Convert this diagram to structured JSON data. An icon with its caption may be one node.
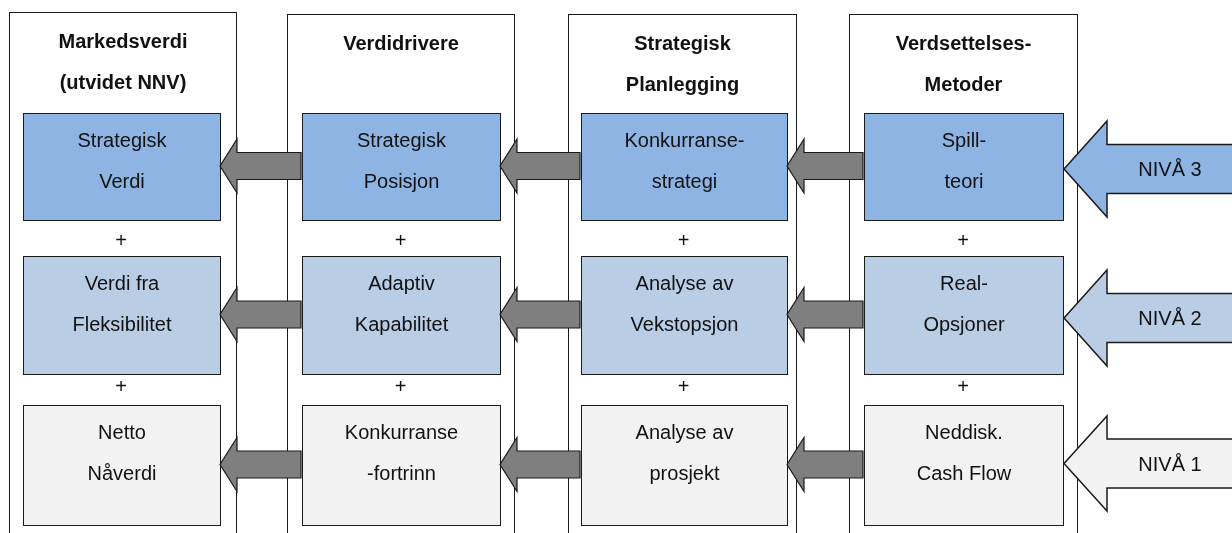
{
  "diagram": {
    "nodes": [
      {
        "text": [
          "Markedsverdi (utvidet NNV)"
        ]
      },
      {
        "text": [
          "Strategisk Verdi"
        ],
        "in": 0
      },
      {
        "text": [
          "Verdi fra Fleksibilitet"
        ],
        "in": 0
      },
      {
        "text": [
          "Netto Nåverdi"
        ],
        "in": 0
      },
      {
        "text": [
          "Verdidrivere"
        ]
      },
      {
        "text": [
          "Strategisk Posisjon"
        ],
        "in": 4
      },
      {
        "text": [
          "Adaptiv Kapabilitet"
        ],
        "in": 4
      },
      {
        "text": [
          "Konkurranse -fortrinn"
        ],
        "in": 4
      },
      {
        "text": [
          "Strategisk Planlegging"
        ]
      },
      {
        "text": [
          "Konkurranse- strategi"
        ],
        "in": 8
      },
      {
        "text": [
          "Analyse av Vekstopsjon"
        ],
        "in": 8
      },
      {
        "text": [
          "Analyse av prosjekt"
        ],
        "in": 8
      },
      {
        "text": [
          "Verdsettelses- Metoder"
        ]
      },
      {
        "text": [
          "Spill- teori"
        ],
        "in": 12
      },
      {
        "text": [
          "Real- Opsjoner"
        ],
        "in": 12
      },
      {
        "text": [
          "Neddisk. Cash Flow"
        ],
        "in": 12
      },
      {
        "text": [
          "NIVÅ 3"
        ]
      },
      {
        "text": [
          "NIVÅ 2"
        ]
      },
      {
        "text": [
          "NIVÅ 1"
        ]
      }
    ],
    "edges": [
      {
        "from": 5,
        "to": 1,
        "arrow": "to"
      },
      {
        "from": 6,
        "to": 2,
        "arrow": "to"
      },
      {
        "from": 7,
        "to": 3,
        "arrow": "to"
      },
      {
        "from": 9,
        "to": 5,
        "arrow": "to"
      },
      {
        "from": 10,
        "to": 6,
        "arrow": "to"
      },
      {
        "from": 11,
        "to": 7,
        "arrow": "to"
      },
      {
        "from": 13,
        "to": 9,
        "arrow": "to"
      },
      {
        "from": 14,
        "to": 10,
        "arrow": "to"
      },
      {
        "from": 15,
        "to": 11,
        "arrow": "to"
      }
    ],
    "labels": [
      "+",
      "+",
      "+",
      "+",
      "+",
      "+",
      "+",
      "+"
    ]
  }
}
